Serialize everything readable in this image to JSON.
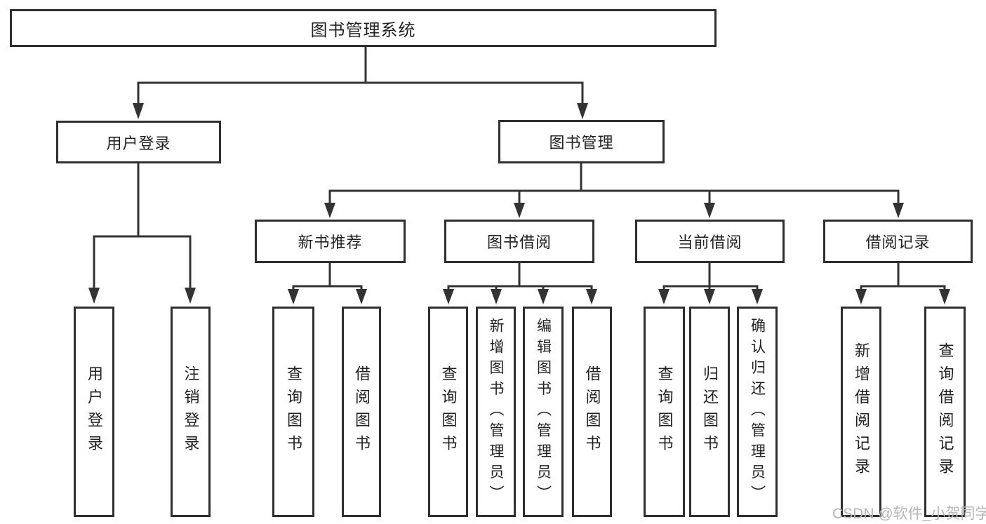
{
  "diagram": {
    "title": "图书管理系统",
    "nodes": {
      "root": "图书管理系统",
      "level2": [
        "用户登录",
        "图书管理"
      ],
      "level3": [
        "新书推荐",
        "图书借阅",
        "当前借阅",
        "借阅记录"
      ],
      "login_children": [
        "用户登录",
        "注销登录"
      ],
      "newbook_children": [
        "查询图书",
        "借阅图书"
      ],
      "borrow_children": [
        "查询图书",
        "新增图书（管理员）",
        "编辑图书（管理员）",
        "借阅图书"
      ],
      "current_children": [
        "查询图书",
        "归还图书",
        "确认归还（管理员）"
      ],
      "records_children": [
        "新增借阅记录",
        "查询借阅记录"
      ]
    }
  },
  "watermark": {
    "text": "CSDN @软件_小贺同学"
  },
  "colors": {
    "line": "#333333",
    "box_border": "#2f2f2f",
    "text": "#212121",
    "background": "#ffffff",
    "watermark": "#b5b5b5"
  }
}
